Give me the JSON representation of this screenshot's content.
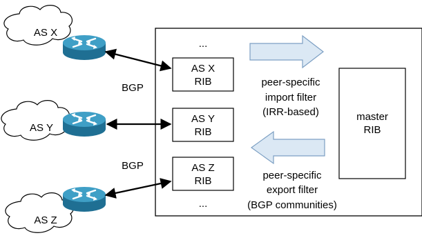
{
  "as_labels": [
    "AS X",
    "AS Y",
    "AS Z"
  ],
  "bgp_labels": [
    "BGP",
    "BGP"
  ],
  "ribs": [
    {
      "line1": "AS X",
      "line2": "RIB"
    },
    {
      "line1": "AS Y",
      "line2": "RIB"
    },
    {
      "line1": "AS Z",
      "line2": "RIB"
    }
  ],
  "ellipsis_top": "...",
  "ellipsis_bottom": "...",
  "import_filter": [
    "peer-specific",
    "import filter",
    "(IRR-based)"
  ],
  "export_filter": [
    "peer-specific",
    "export filter",
    "(BGP communities)"
  ],
  "master": [
    "master",
    "RIB"
  ],
  "colors": {
    "router_top": "#3f9fc6",
    "router_side": "#1f6f93",
    "arrow_fill": "#dbe8f4",
    "arrow_stroke": "#7c9fc3"
  },
  "icons": [
    "cloud-icon",
    "router-icon"
  ]
}
